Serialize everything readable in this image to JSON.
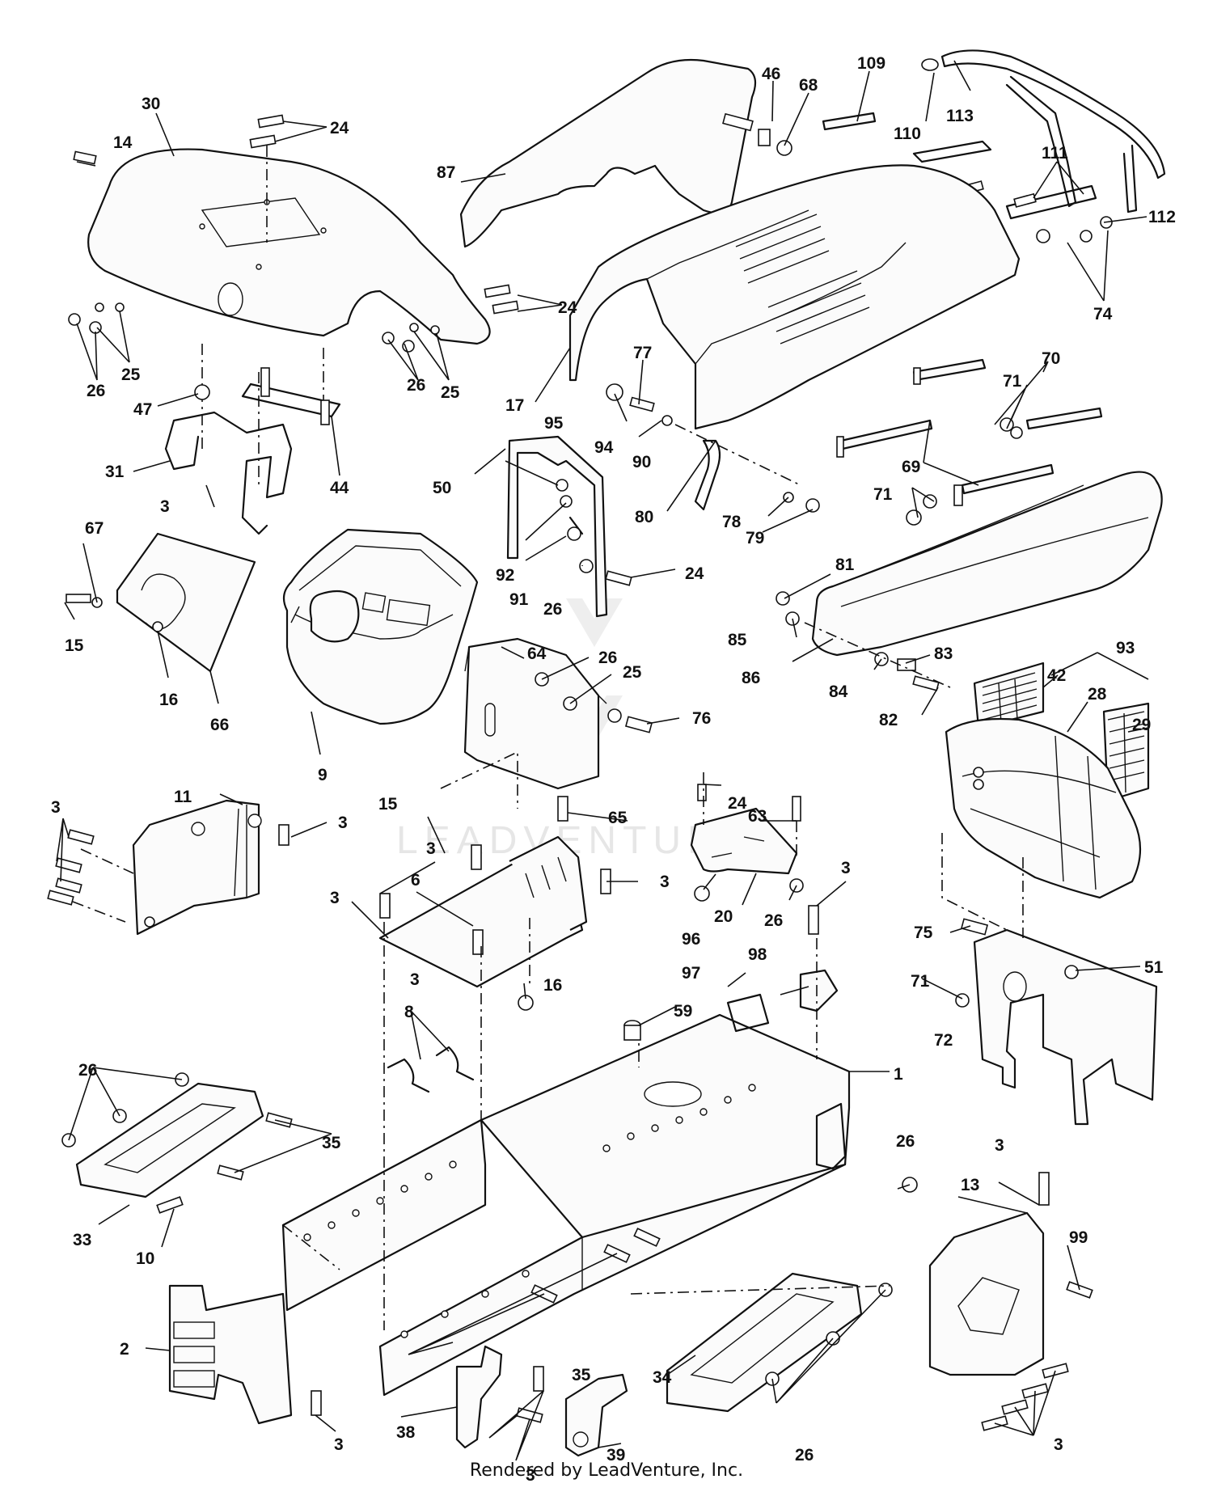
{
  "credit": "Rendered by LeadVenture, Inc.",
  "watermark": "LEADVENTURE",
  "callouts": [
    {
      "id": "c30",
      "label": "30"
    },
    {
      "id": "c14",
      "label": "14"
    },
    {
      "id": "c24a",
      "label": "24"
    },
    {
      "id": "c87",
      "label": "87"
    },
    {
      "id": "c46",
      "label": "46"
    },
    {
      "id": "c68",
      "label": "68"
    },
    {
      "id": "c109",
      "label": "109"
    },
    {
      "id": "c110",
      "label": "110"
    },
    {
      "id": "c113",
      "label": "113"
    },
    {
      "id": "c111",
      "label": "111"
    },
    {
      "id": "c112",
      "label": "112"
    },
    {
      "id": "c74",
      "label": "74"
    },
    {
      "id": "c24b",
      "label": "24"
    },
    {
      "id": "c25a",
      "label": "25"
    },
    {
      "id": "c26a",
      "label": "26"
    },
    {
      "id": "c25b",
      "label": "25"
    },
    {
      "id": "c26b",
      "label": "26"
    },
    {
      "id": "c47",
      "label": "47"
    },
    {
      "id": "c31",
      "label": "31"
    },
    {
      "id": "c44",
      "label": "44"
    },
    {
      "id": "c3a",
      "label": "3"
    },
    {
      "id": "c17",
      "label": "17"
    },
    {
      "id": "c77",
      "label": "77"
    },
    {
      "id": "c95",
      "label": "95"
    },
    {
      "id": "c94",
      "label": "94"
    },
    {
      "id": "c70",
      "label": "70"
    },
    {
      "id": "c71a",
      "label": "71"
    },
    {
      "id": "c69",
      "label": "69"
    },
    {
      "id": "c71b",
      "label": "71"
    },
    {
      "id": "c50",
      "label": "50"
    },
    {
      "id": "c90",
      "label": "90"
    },
    {
      "id": "c80",
      "label": "80"
    },
    {
      "id": "c78",
      "label": "78"
    },
    {
      "id": "c79",
      "label": "79"
    },
    {
      "id": "c92",
      "label": "92"
    },
    {
      "id": "c91",
      "label": "91"
    },
    {
      "id": "c24c",
      "label": "24"
    },
    {
      "id": "c26c",
      "label": "26"
    },
    {
      "id": "c67",
      "label": "67"
    },
    {
      "id": "c15a",
      "label": "15"
    },
    {
      "id": "c16a",
      "label": "16"
    },
    {
      "id": "c66",
      "label": "66"
    },
    {
      "id": "c9",
      "label": "9"
    },
    {
      "id": "c64",
      "label": "64"
    },
    {
      "id": "c26d",
      "label": "26"
    },
    {
      "id": "c25c",
      "label": "25"
    },
    {
      "id": "c76",
      "label": "76"
    },
    {
      "id": "c81",
      "label": "81"
    },
    {
      "id": "c85",
      "label": "85"
    },
    {
      "id": "c86",
      "label": "86"
    },
    {
      "id": "c84",
      "label": "84"
    },
    {
      "id": "c83",
      "label": "83"
    },
    {
      "id": "c82",
      "label": "82"
    },
    {
      "id": "c93",
      "label": "93"
    },
    {
      "id": "c42",
      "label": "42"
    },
    {
      "id": "c28",
      "label": "28"
    },
    {
      "id": "c29",
      "label": "29"
    },
    {
      "id": "c3b",
      "label": "3"
    },
    {
      "id": "c11",
      "label": "11"
    },
    {
      "id": "c3c",
      "label": "3"
    },
    {
      "id": "c15b",
      "label": "15"
    },
    {
      "id": "c63",
      "label": "63"
    },
    {
      "id": "c24d",
      "label": "24"
    },
    {
      "id": "c65",
      "label": "65"
    },
    {
      "id": "c3d",
      "label": "3"
    },
    {
      "id": "c3e",
      "label": "3"
    },
    {
      "id": "c6",
      "label": "6"
    },
    {
      "id": "c3f",
      "label": "3"
    },
    {
      "id": "c96",
      "label": "96"
    },
    {
      "id": "c20",
      "label": "20"
    },
    {
      "id": "c26e",
      "label": "26"
    },
    {
      "id": "c3g",
      "label": "3"
    },
    {
      "id": "c75",
      "label": "75"
    },
    {
      "id": "c51",
      "label": "51"
    },
    {
      "id": "c3h",
      "label": "3"
    },
    {
      "id": "c16b",
      "label": "16"
    },
    {
      "id": "c97",
      "label": "97"
    },
    {
      "id": "c98",
      "label": "98"
    },
    {
      "id": "c71c",
      "label": "71"
    },
    {
      "id": "c72",
      "label": "72"
    },
    {
      "id": "c8",
      "label": "8"
    },
    {
      "id": "c59",
      "label": "59"
    },
    {
      "id": "c1",
      "label": "1"
    },
    {
      "id": "c26f",
      "label": "26"
    },
    {
      "id": "c35a",
      "label": "35"
    },
    {
      "id": "c33",
      "label": "33"
    },
    {
      "id": "c10",
      "label": "10"
    },
    {
      "id": "c26g",
      "label": "26"
    },
    {
      "id": "c3i",
      "label": "3"
    },
    {
      "id": "c13",
      "label": "13"
    },
    {
      "id": "c99",
      "label": "99"
    },
    {
      "id": "c2",
      "label": "2"
    },
    {
      "id": "c35b",
      "label": "35"
    },
    {
      "id": "c34",
      "label": "34"
    },
    {
      "id": "c38",
      "label": "38"
    },
    {
      "id": "c3j",
      "label": "3"
    },
    {
      "id": "c39",
      "label": "39"
    },
    {
      "id": "c3k",
      "label": "3"
    },
    {
      "id": "c26h",
      "label": "26"
    },
    {
      "id": "c3l",
      "label": "3"
    }
  ]
}
